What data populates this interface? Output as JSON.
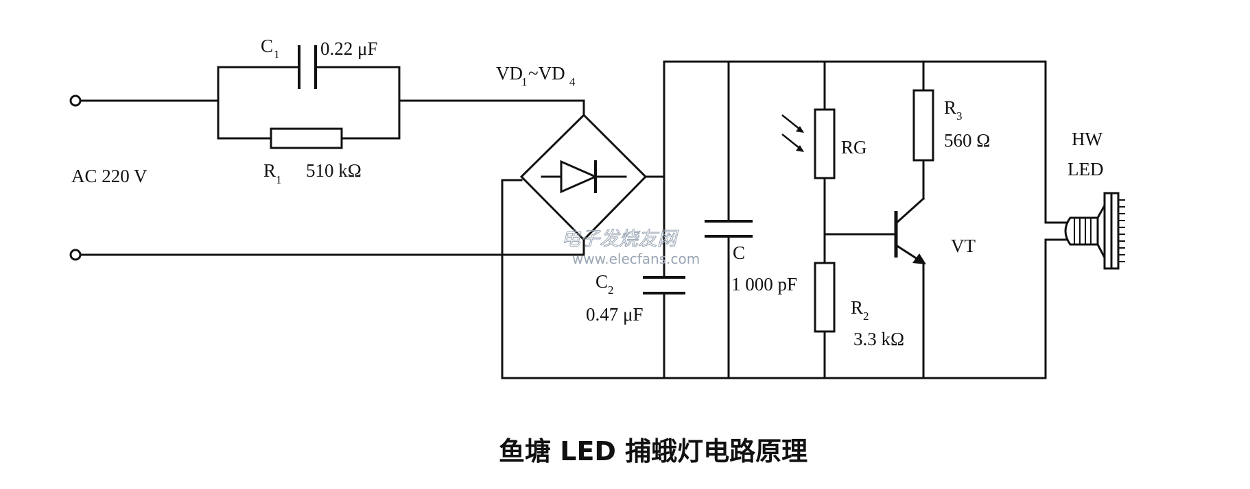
{
  "labels": {
    "c1_name": "C",
    "c1_sub": "1",
    "c1_value": "0.22 μF",
    "r1_name": "R",
    "r1_sub": "1",
    "r1_value": "510 kΩ",
    "ac_source": "AC 220 V",
    "vd_name_a": "VD",
    "vd_sub_a": "1",
    "vd_tilde": "~VD",
    "vd_sub_b": "4",
    "c2_name": "C",
    "c2_sub": "2",
    "c2_value": "0.47 μF",
    "c_name": "C",
    "c_value": "1 000 pF",
    "rg_name": "RG",
    "r2_name": "R",
    "r2_sub": "2",
    "r2_value": "3.3 kΩ",
    "r3_name": "R",
    "r3_sub": "3",
    "r3_value": "560 Ω",
    "vt_name": "VT",
    "led_line1": "HW",
    "led_line2": "LED"
  },
  "watermark": {
    "cn": "电子发烧友网",
    "url": "www.elecfans.com"
  },
  "caption": "鱼塘 LED 捕蛾灯电路原理"
}
